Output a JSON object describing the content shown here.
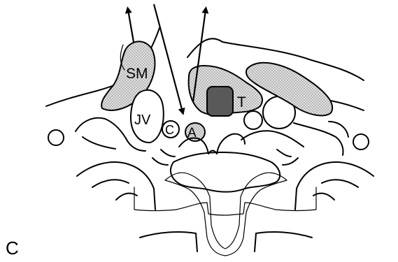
{
  "panel_label": "C",
  "labels": {
    "sm": "SM",
    "jv": "JV",
    "c": "C",
    "a": "A",
    "t": "T"
  },
  "colors": {
    "line": "#000000",
    "stipple_fill": "#d4d4d4",
    "dark_fill": "#595959",
    "background": "#ffffff"
  }
}
